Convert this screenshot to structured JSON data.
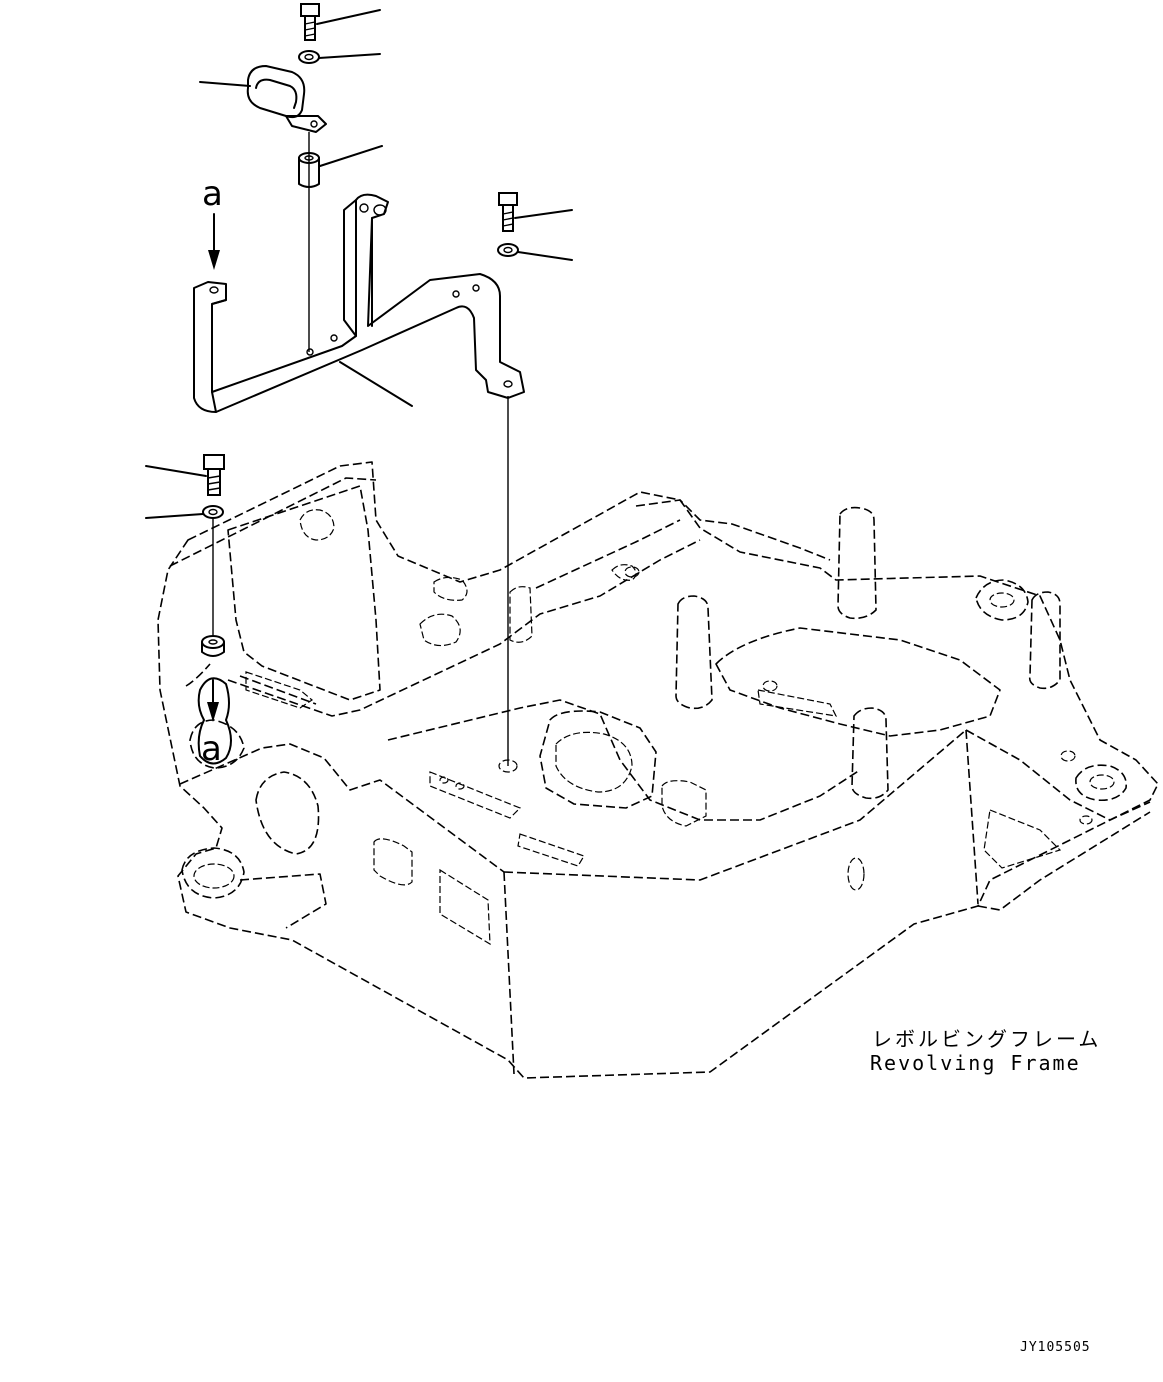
{
  "callouts": {
    "top": "a",
    "bottom": "a"
  },
  "frame_label": {
    "japanese": "レボルビングフレーム",
    "english": "Revolving Frame"
  },
  "drawing_id": "JY105505"
}
